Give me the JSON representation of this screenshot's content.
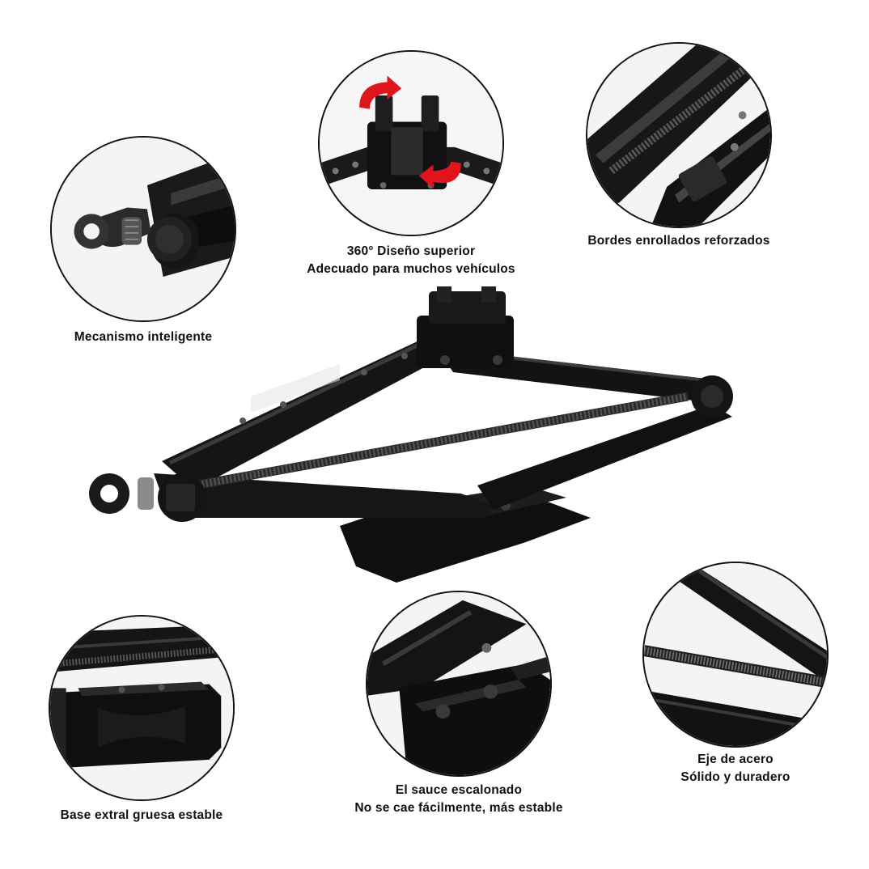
{
  "features": {
    "mechanism": {
      "lines": [
        "Mecanismo inteligente"
      ],
      "icon": "eye-bolt-pivot"
    },
    "top_design": {
      "lines": [
        "360° Diseño superior",
        "Adecuado para muchos vehículos"
      ],
      "icon": "rotating-saddle",
      "arrow_color": "#e0141b"
    },
    "edges": {
      "lines": [
        "Bordes enrollados reforzados"
      ],
      "icon": "rolled-edge-arm"
    },
    "base": {
      "lines": [
        "Base extral gruesa estable"
      ],
      "icon": "thick-base"
    },
    "stepped": {
      "lines": [
        "El sauce escalonado",
        "No se cae fácilmente, más estable"
      ],
      "icon": "stepped-saddle"
    },
    "axle": {
      "lines": [
        "Eje de acero",
        "Sólido y duradero"
      ],
      "icon": "threaded-steel-rod"
    }
  },
  "colors": {
    "metal": "#141414",
    "highlight": "#3a3a3a",
    "accent": "#e0141b"
  }
}
